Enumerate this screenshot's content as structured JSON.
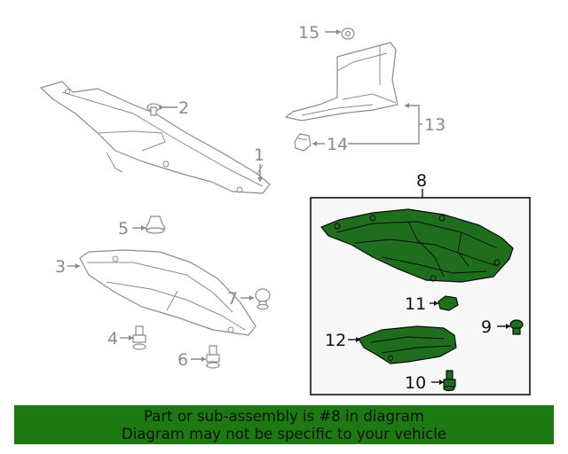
{
  "callouts": {
    "c1": "1",
    "c2": "2",
    "c3": "3",
    "c4": "4",
    "c5": "5",
    "c6": "6",
    "c7": "7",
    "c8": "8",
    "c9": "9",
    "c10": "10",
    "c11": "11",
    "c12": "12",
    "c13": "13",
    "c14": "14",
    "c15": "15"
  },
  "colors": {
    "highlight": "#1e6e1e",
    "banner": "#1d7a12",
    "ghost": "#8c8c8c"
  },
  "banner": {
    "line1": "Part or sub-assembly is #8 in diagram",
    "line2": "Diagram may not be specific to your vehicle"
  }
}
